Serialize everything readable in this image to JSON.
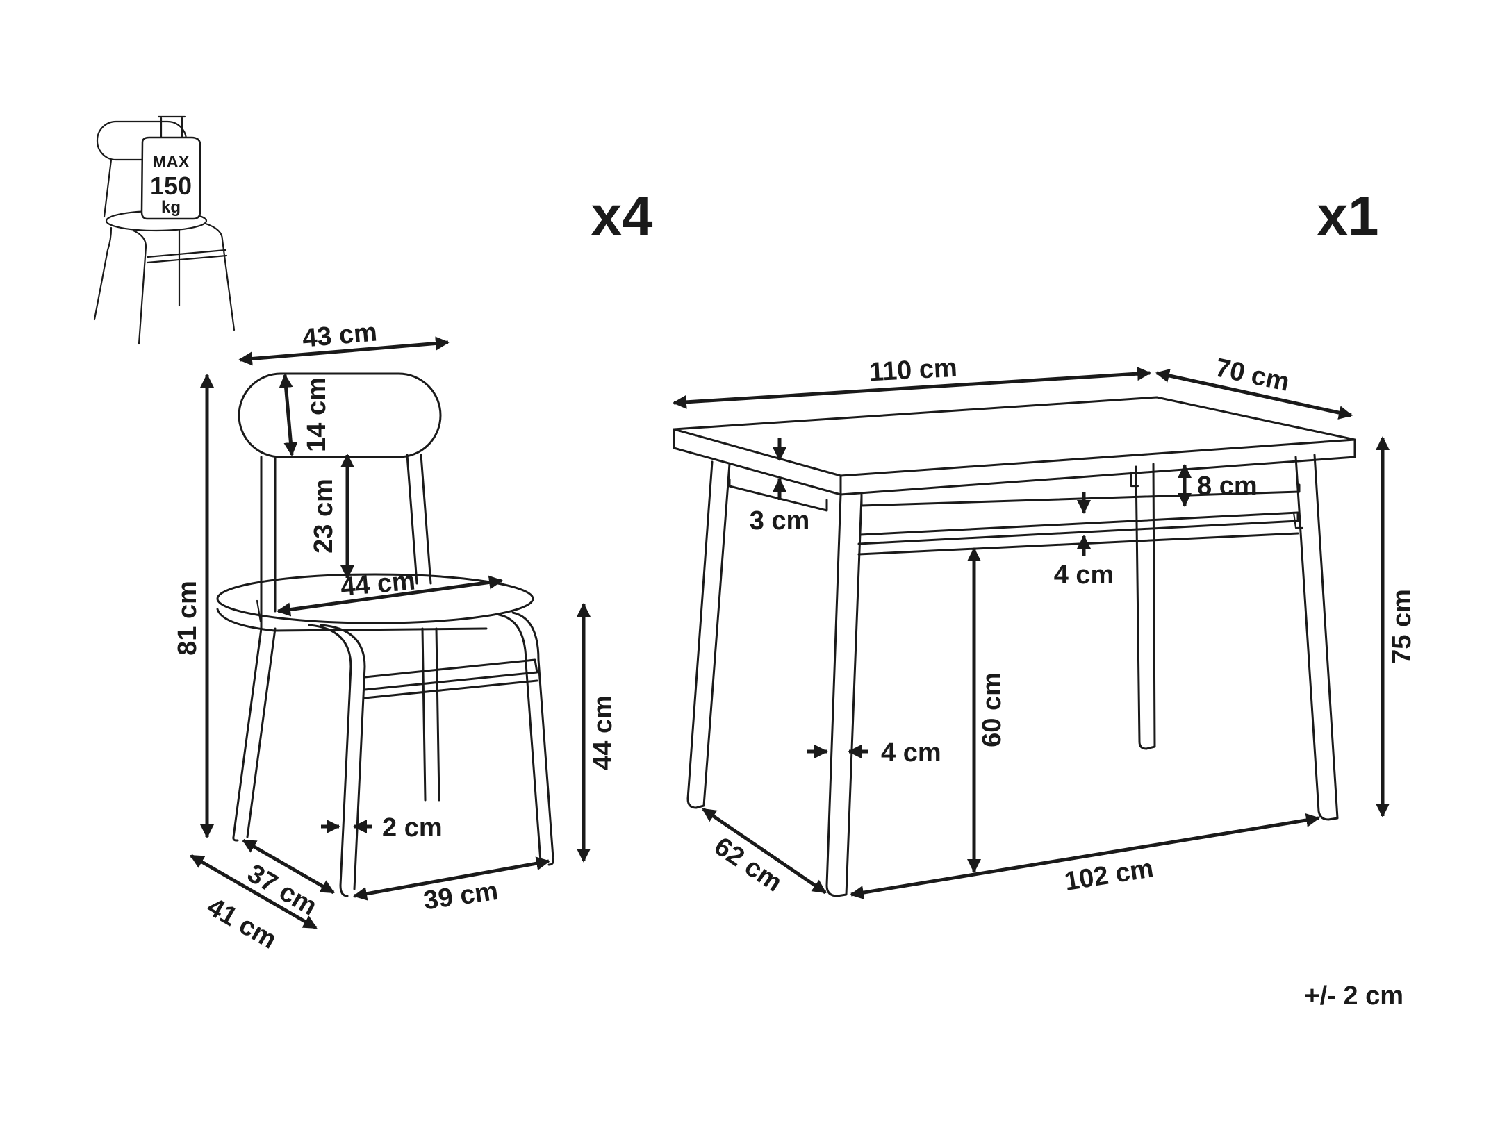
{
  "colors": {
    "line": "#1a1a1a",
    "background": "#ffffff"
  },
  "weight_badge": {
    "line1": "MAX",
    "line2": "150",
    "line3": "kg"
  },
  "quantities": {
    "chair": "x4",
    "table": "x1"
  },
  "chair_dimensions": {
    "backrest_width": "43 cm",
    "backrest_height": "14 cm",
    "back_gap": "23 cm",
    "seat_width": "44 cm",
    "total_height": "81 cm",
    "seat_height": "44 cm",
    "leg_width": "2 cm",
    "base_depth_inner": "37 cm",
    "base_depth_outer": "41 cm",
    "base_width": "39 cm"
  },
  "table_dimensions": {
    "top_length": "110 cm",
    "top_width": "70 cm",
    "top_thickness": "3 cm",
    "apron_height": "8 cm",
    "stretcher_height": "4 cm",
    "height": "75 cm",
    "under_clearance": "60 cm",
    "leg_width": "4 cm",
    "base_depth": "62 cm",
    "base_length": "102 cm"
  },
  "tolerance": "+/- 2 cm"
}
